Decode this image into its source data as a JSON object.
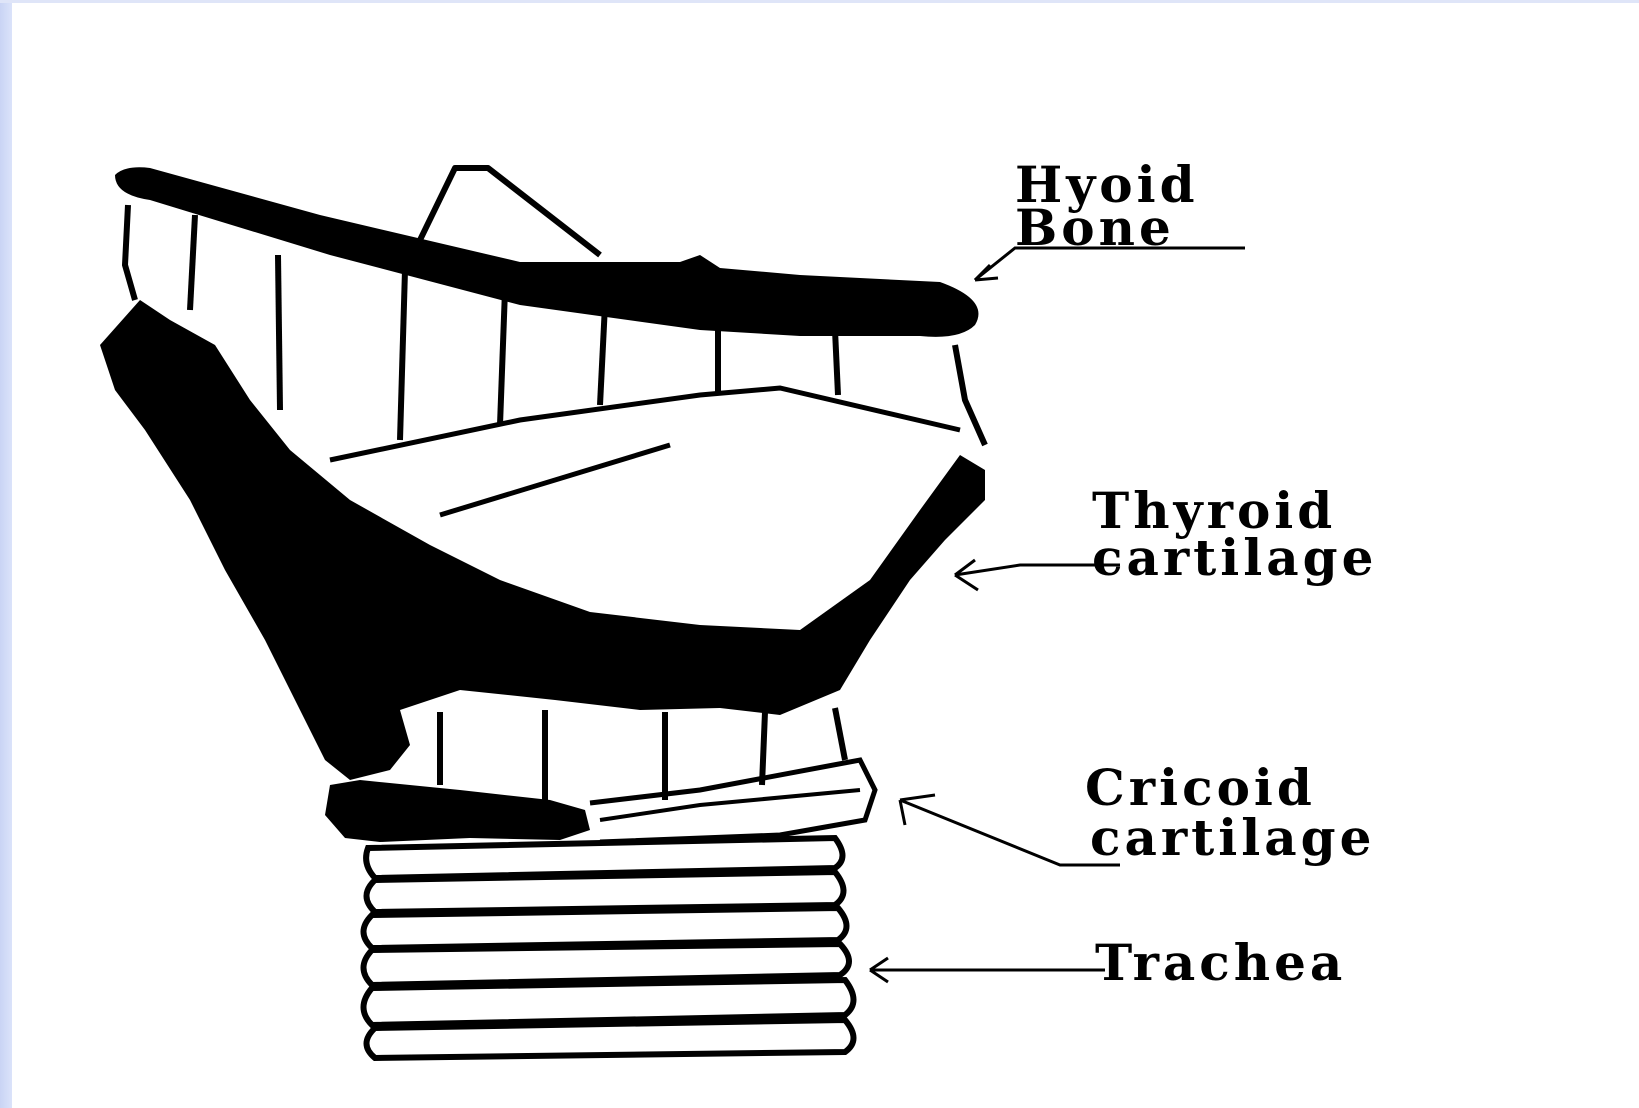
{
  "diagram": {
    "labels": {
      "hyoid_line1": "Hyoid",
      "hyoid_line2": "Bone",
      "thyroid_line1": "Thyroid",
      "thyroid_line2": "cartilage",
      "cricoid_line1": "Cricoid",
      "cricoid_line2": "cartilage",
      "trachea": "Trachea"
    },
    "colors": {
      "ink": "#000000",
      "background": "#ffffff",
      "frame_accent": "#c9d4f4"
    }
  }
}
